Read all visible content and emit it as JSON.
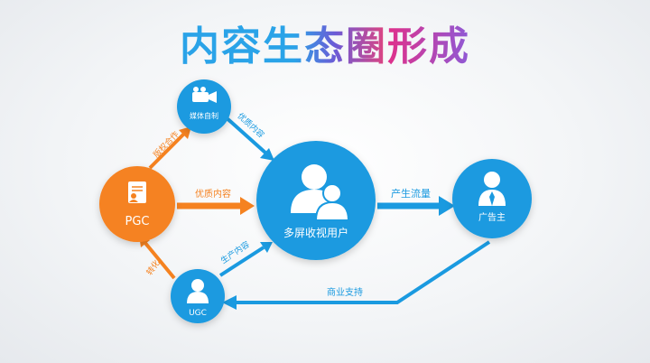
{
  "title": {
    "main": "内容生态圈",
    "accent": "形成"
  },
  "nodes": {
    "media": {
      "label": "媒体自制"
    },
    "pgc": {
      "label": "PGC"
    },
    "center": {
      "label": "多屏收视用户"
    },
    "advertiser": {
      "label": "广告主"
    },
    "ugc": {
      "label": "UGC"
    }
  },
  "arrows": {
    "pgc_to_media": "版权合作",
    "media_to_center": "优质内容",
    "pgc_to_center": "优质内容",
    "center_to_adv": "产生流量",
    "adv_to_ugc": "商业支持",
    "ugc_to_center": "生产内容",
    "ugc_to_pgc": "转化"
  },
  "colors": {
    "blue": "#1a9ae0",
    "orange": "#f58220",
    "title_blue": "#2aa3e8",
    "title_pink": "#e2437e"
  }
}
